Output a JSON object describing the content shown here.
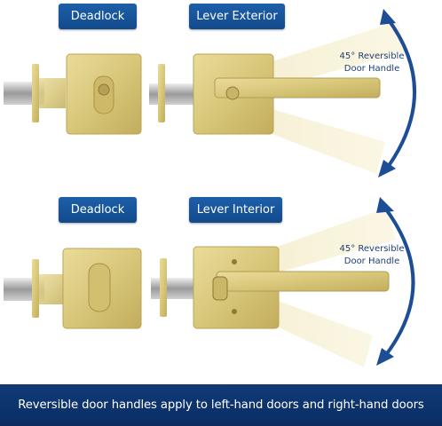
{
  "top_section": {
    "deadlock_label": "Deadlock",
    "lever_label": "Lever Exterior",
    "note_line1": "45° Reversible",
    "note_line2": "Door Handle"
  },
  "bottom_section": {
    "deadlock_label": "Deadlock",
    "lever_label": "Lever Interior",
    "note_line1": "45° Reversible",
    "note_line2": "Door Handle"
  },
  "banner": {
    "text": "Reversible door handles apply to left-hand doors and right-hand doors"
  },
  "colors": {
    "brass": "#d8c77a",
    "label_blue": "#1b5aa3",
    "banner_blue": "#0e3570",
    "arrow_blue": "#1d4e95"
  }
}
